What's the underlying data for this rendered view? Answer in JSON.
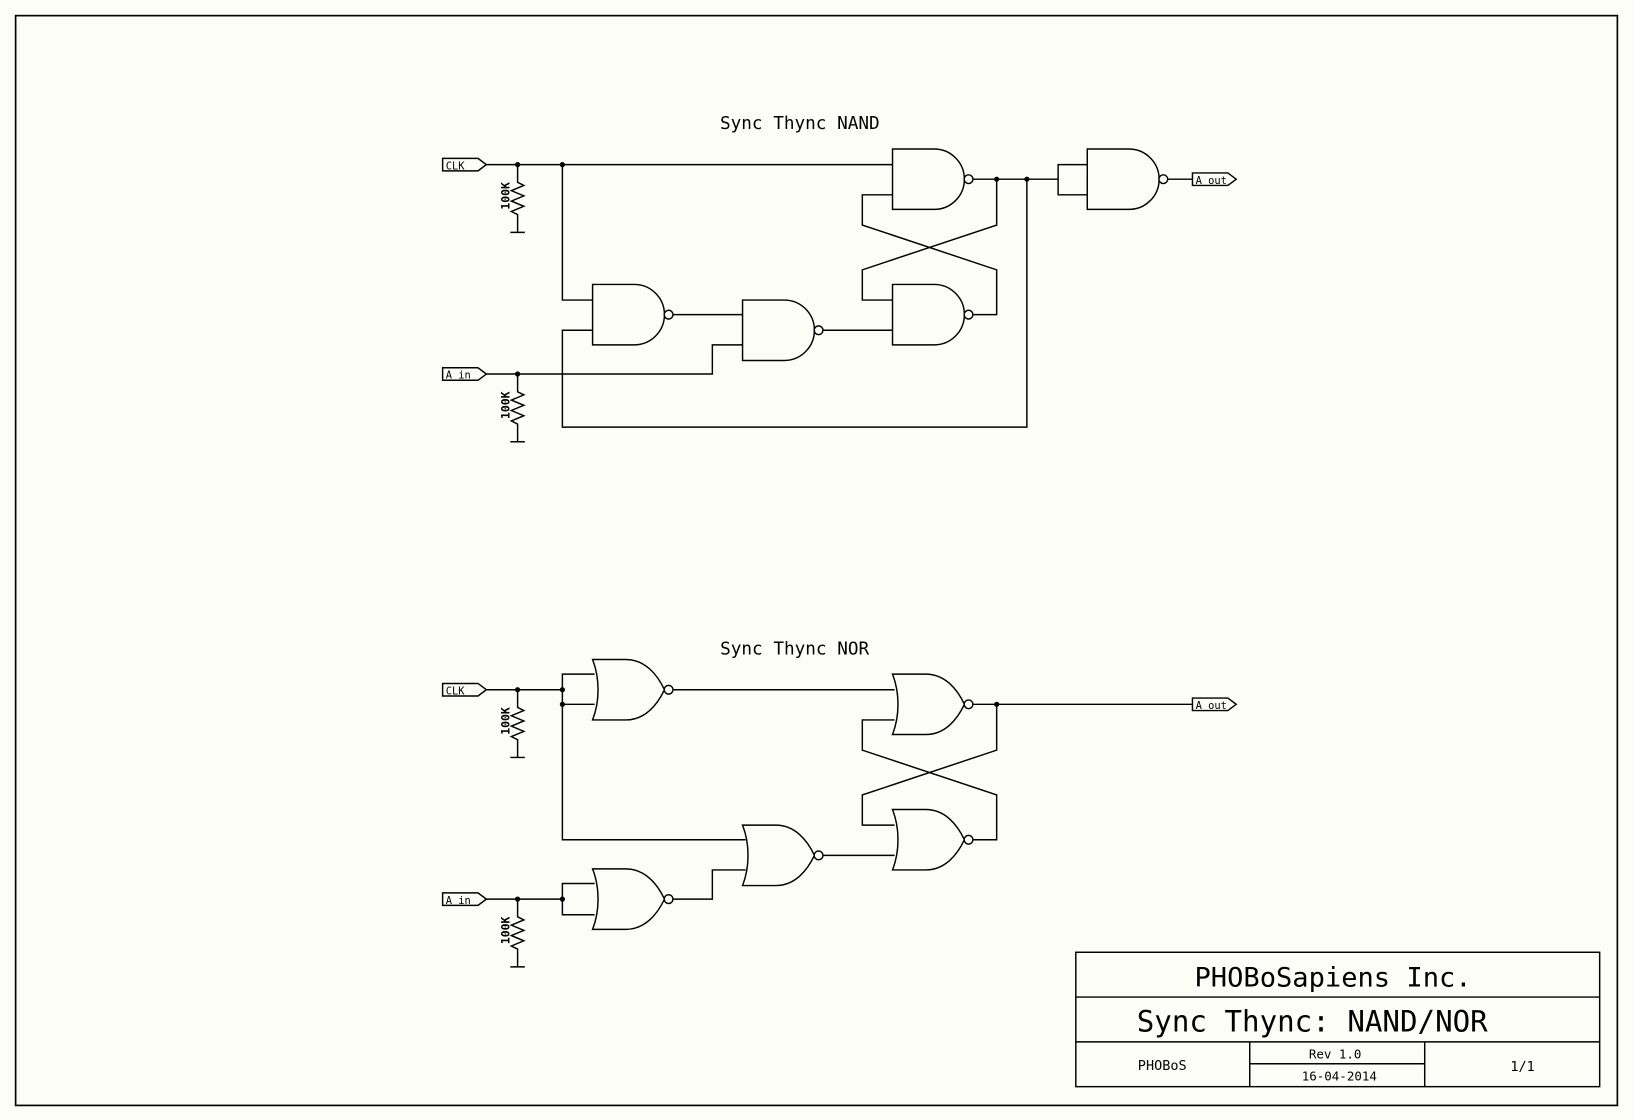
{
  "sheet": {
    "background": "#fdfdf8",
    "ink": "#000000"
  },
  "circuits": [
    {
      "title": "Sync Thync NAND",
      "gate_type": "NAND",
      "inputs": [
        {
          "label": "CLK",
          "pulldown": "100K"
        },
        {
          "label": "A in",
          "pulldown": "100K"
        }
      ],
      "output": {
        "label": "A out"
      }
    },
    {
      "title": "Sync Thync NOR",
      "gate_type": "NOR",
      "inputs": [
        {
          "label": "CLK",
          "pulldown": "100K"
        },
        {
          "label": "A in",
          "pulldown": "100K"
        }
      ],
      "output": {
        "label": "A out"
      }
    }
  ],
  "title_block": {
    "company": "PHOBoSapiens Inc.",
    "title": "Sync Thync: NAND/NOR",
    "author": "PHOBoS",
    "revision": "Rev 1.0",
    "date": "16-04-2014",
    "sheet": "1/1"
  }
}
